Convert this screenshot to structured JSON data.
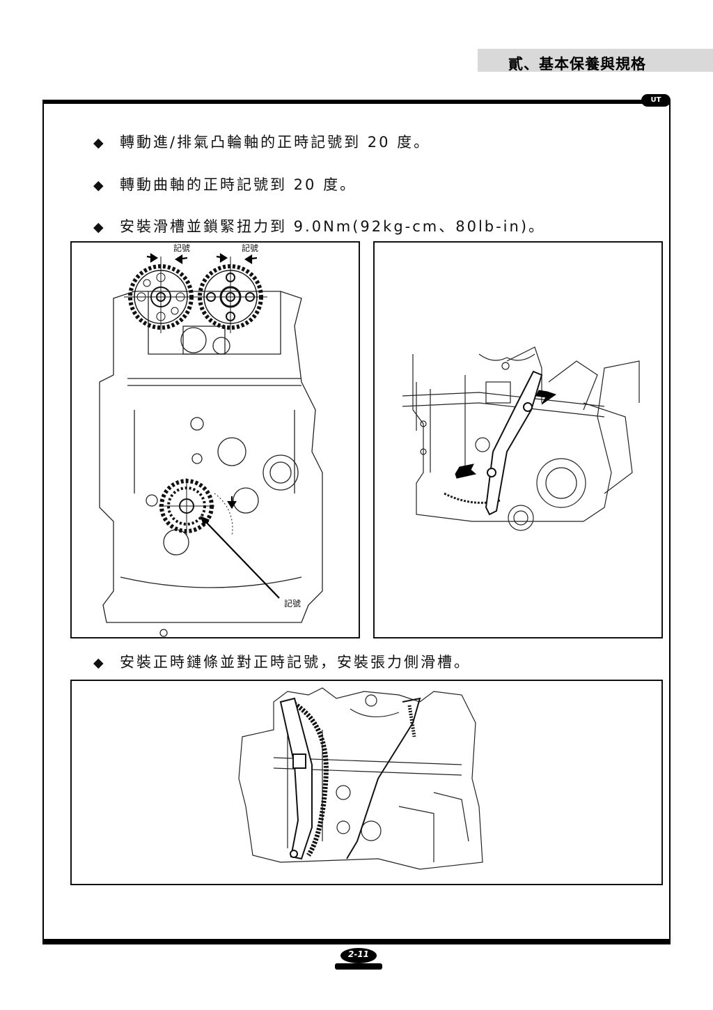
{
  "header": {
    "section_title": "貳、基本保養與規格",
    "corner_logo": "UT"
  },
  "steps": [
    {
      "bullet": "◆",
      "text": "轉動進/排氣凸輪軸的正時記號到 20 度。"
    },
    {
      "bullet": "◆",
      "text": "轉動曲軸的正時記號到 20 度。"
    },
    {
      "bullet": "◆",
      "text": "安裝滑槽並鎖緊扭力到 9.0Nm(92kg-cm、80lb-in)。"
    },
    {
      "bullet": "◆",
      "text": "安裝正時鏈條並對正時記號，安裝張力側滑槽。"
    }
  ],
  "figures": {
    "engine_front": {
      "mark_label_1": "記號",
      "mark_label_2": "記號",
      "mark_label_3": "記號"
    },
    "guide_install": {},
    "chain_install": {}
  },
  "footer": {
    "page_number": "2-11"
  }
}
